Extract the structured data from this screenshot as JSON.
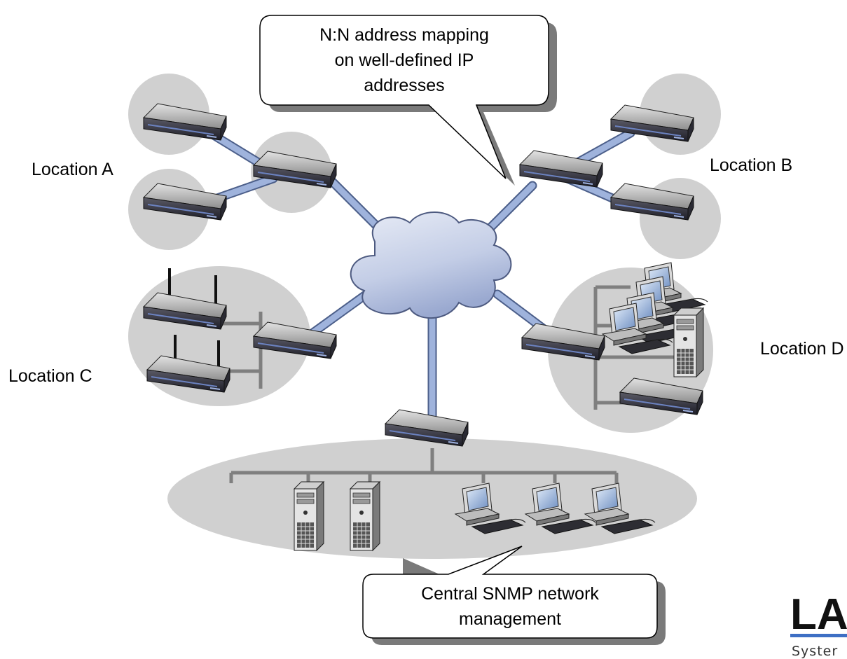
{
  "locations": {
    "a": "Location A",
    "b": "Location B",
    "c": "Location C",
    "d": "Location D"
  },
  "callouts": {
    "top": [
      "N:N address mapping",
      "on well-defined IP",
      "addresses"
    ],
    "bottom": [
      "Central SNMP network",
      "management"
    ]
  },
  "logo": {
    "text": "LA",
    "sub": "Syster"
  },
  "colors": {
    "zone": "#d0d0d0",
    "link": "#8fa4cc",
    "lan": "#7f7f7f",
    "cloud": "#c8d2ea",
    "device_top": "#c9c9c9",
    "device_front": "#3a3a40",
    "logo_bar": "#3e6fc4"
  }
}
